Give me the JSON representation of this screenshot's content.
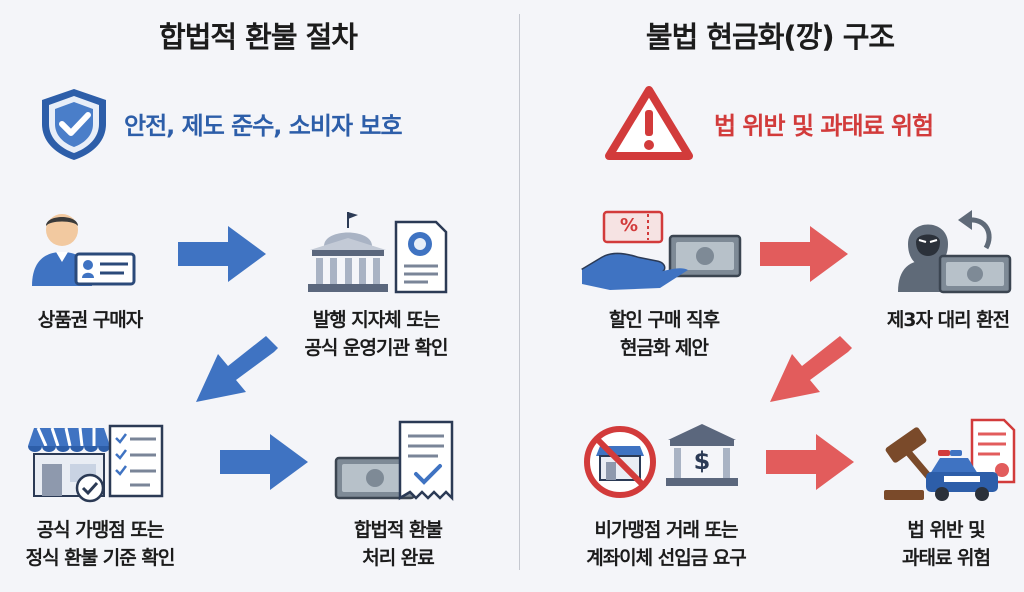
{
  "left": {
    "title": "합법적 환불 절차",
    "subtitle": "안전, 제도 준수, 소비자 보호",
    "steps": [
      {
        "lines": [
          "상품권 구매자"
        ]
      },
      {
        "lines": [
          "발행 지자체 또는",
          "공식 운영기관 확인"
        ]
      },
      {
        "lines": [
          "공식 가맹점 또는",
          "정식 환불 기준 확인"
        ]
      },
      {
        "lines": [
          "합법적 환불",
          "처리 완료"
        ]
      }
    ]
  },
  "right": {
    "title": "불법 현금화(깡) 구조",
    "subtitle": "법 위반 및 과태료 위험",
    "steps": [
      {
        "lines": [
          "할인 구매 직후",
          "현금화 제안"
        ]
      },
      {
        "lines": [
          "제3자 대리 환전"
        ]
      },
      {
        "lines": [
          "비가맹점 거래 또는",
          "계좌이체 선입금 요구"
        ]
      },
      {
        "lines": [
          "법 위반 및",
          "과태료 위험"
        ]
      }
    ]
  },
  "icons": {
    "discount_ticket_text": "%",
    "bank_symbol": "$",
    "colors": {
      "blue": "#3f73c2",
      "dark_blue": "#24406f",
      "red": "#e25c5c",
      "dark_red": "#d23b3b"
    }
  }
}
